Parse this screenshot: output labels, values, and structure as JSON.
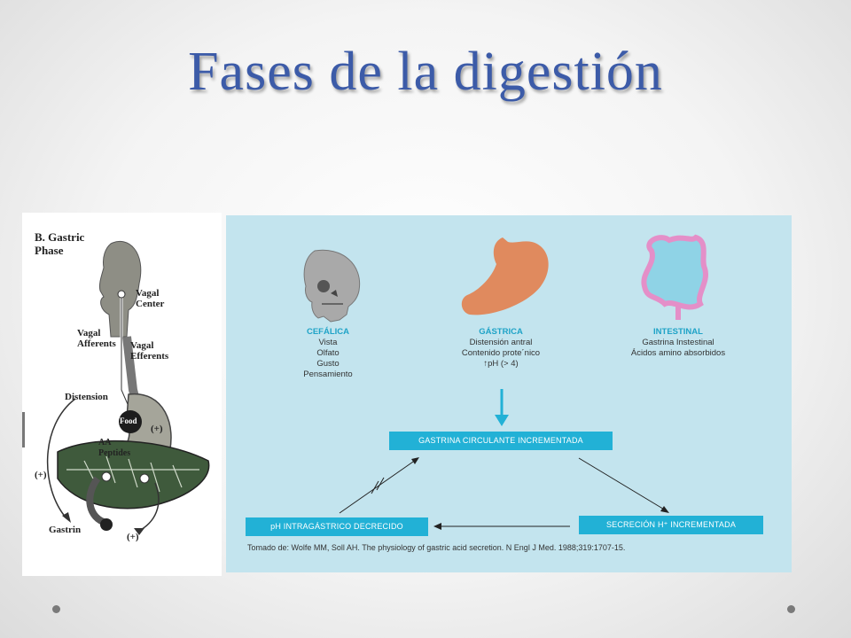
{
  "title": "Fases de la digestión",
  "left_panel": {
    "heading": "B. Gastric\nPhase",
    "labels": {
      "vagal_center": "Vagal\nCenter",
      "vagal_afferents": "Vagal\nAfferents",
      "vagal_efferents": "Vagal\nEfferents",
      "distension": "Distension",
      "food": "Food",
      "aa_peptides": "AA\nPeptides",
      "plus_1": "(+)",
      "plus_2": "(+)",
      "plus_3": "(+)",
      "gastrin": "Gastrin"
    }
  },
  "right_panel": {
    "phases": [
      {
        "title": "CEFÁLICA",
        "lines": [
          "Vista",
          "Olfato",
          "Gusto",
          "Pensamiento"
        ]
      },
      {
        "title": "GÁSTRICA",
        "lines": [
          "Distensión antral",
          "Contenido prote´nico",
          "↑pH (> 4)"
        ]
      },
      {
        "title": "INTESTINAL",
        "lines": [
          "Gastrina Instestinal",
          "Ácidos amino absorbidos"
        ]
      }
    ],
    "boxes": {
      "gastrina": "GASTRINA CIRCULANTE INCREMENTADA",
      "ph": "pH INTRAGÁSTRICO DECRECIDO",
      "secrecion": "SECRECIÓN H⁺ INCREMENTADA"
    },
    "citation": "Tomado de: Wolfe MM, Soll AH. The physiology of gastric acid secretion. N Engl J Med. 1988;319:1707-15."
  },
  "colors": {
    "title": "#3c5ba8",
    "panel_bg": "#c3e4ee",
    "box": "#22b1d6",
    "phase_title": "#1fa3c7",
    "stomach": "#e08a5e",
    "intestine": "#e48fc8"
  }
}
